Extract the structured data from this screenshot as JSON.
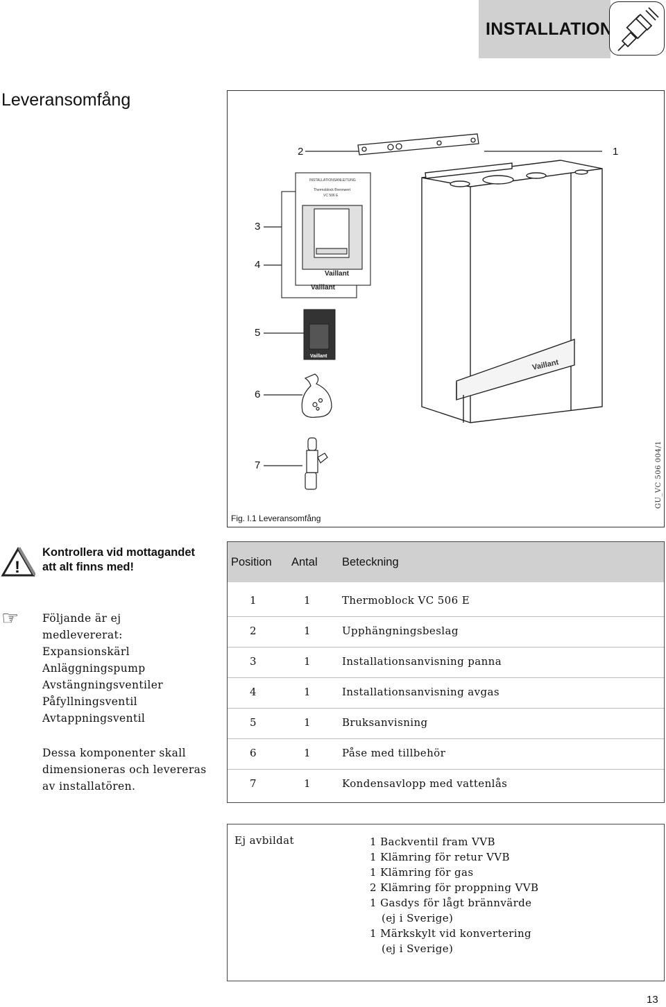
{
  "header": {
    "title": "INSTALLATION"
  },
  "section_title": "Leveransomfång",
  "figure": {
    "callouts": [
      "1",
      "2",
      "3",
      "4",
      "5",
      "6",
      "7"
    ],
    "caption": "Fig. I.1 Leveransomfång",
    "code": "GU_VC 506 004/1",
    "manual_title": "INSTALLATIONSANLEITUNG",
    "manual_subtitle": "Thermoblock Brennwert",
    "manual_model": "VC 506 E",
    "brand": "Vaillant"
  },
  "warning": {
    "text": "Kontrollera vid mottagandet att alt finns med!"
  },
  "note": {
    "lines": [
      "Följande är ej",
      "medlevererat:",
      "Expansionskärl",
      "Anläggningspump",
      "Avstängningsventiler",
      "Påfyllningsventil",
      "Avtappningsventil"
    ],
    "paragraph2": "Dessa komponenter skall dimensioneras och levereras av installatören."
  },
  "table": {
    "headers": [
      "Position",
      "Antal",
      "Beteckning"
    ],
    "rows": [
      [
        "1",
        "1",
        "Thermoblock VC 506 E"
      ],
      [
        "2",
        "1",
        "Upphängningsbeslag"
      ],
      [
        "3",
        "1",
        "Installationsanvisning panna"
      ],
      [
        "4",
        "1",
        "Installationsanvisning avgas"
      ],
      [
        "5",
        "1",
        "Bruksanvisning"
      ],
      [
        "6",
        "1",
        "Påse med tillbehör"
      ],
      [
        "7",
        "1",
        "Kondensavlopp med vattenlås"
      ]
    ]
  },
  "not_included": {
    "label": "Ej avbildat",
    "items": [
      "1 Backventil fram VVB",
      "1 Klämring för retur VVB",
      "1 Klämring för gas",
      "2 Klämring för proppning VVB",
      "1 Gasdys för lågt brännvärde",
      "(ej i Sverige)",
      "1 Märkskylt vid konvertering",
      "(ej i Sverige)"
    ]
  },
  "page_number": "13"
}
